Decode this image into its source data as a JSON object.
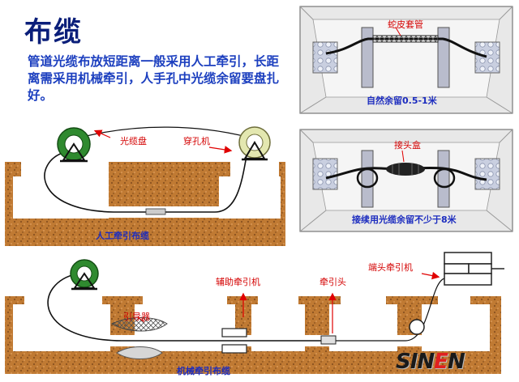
{
  "title": "布缆",
  "intro": "管道光缆布放短距离一般采用人工牵引，长距离需采用机械牵引，人手孔中光缆余留要盘扎好。",
  "labels": {
    "cable_reel": "光缆盘",
    "threading_machine": "穿孔机",
    "manual_caption": "人工牵引布缆",
    "snake_tube": "蛇皮套管",
    "natural_slack_caption": "自然余留0.5-1米",
    "splice_box": "接头盒",
    "splice_slack_caption": "接续用光缆余留不少于8米",
    "end_winch": "端头牵引机",
    "aux_winch": "辅助牵引机",
    "pulling_head": "牵引头",
    "guide": "引导器",
    "mechanical_caption": "机械牵引布缆"
  },
  "logo": {
    "text_main": "SIN",
    "text_accent": "E",
    "text_tail": "N"
  },
  "colors": {
    "soil": "#c07a33",
    "soil_dark": "#8a5220",
    "manhole_wall": "#e6e6e6",
    "reel_green": "#2f8a2f",
    "reel_pale": "#e3e7b0",
    "arrow_red": "#e00000",
    "caption_blue": "#1c2cbf",
    "title_blue": "#0b1f7a"
  }
}
